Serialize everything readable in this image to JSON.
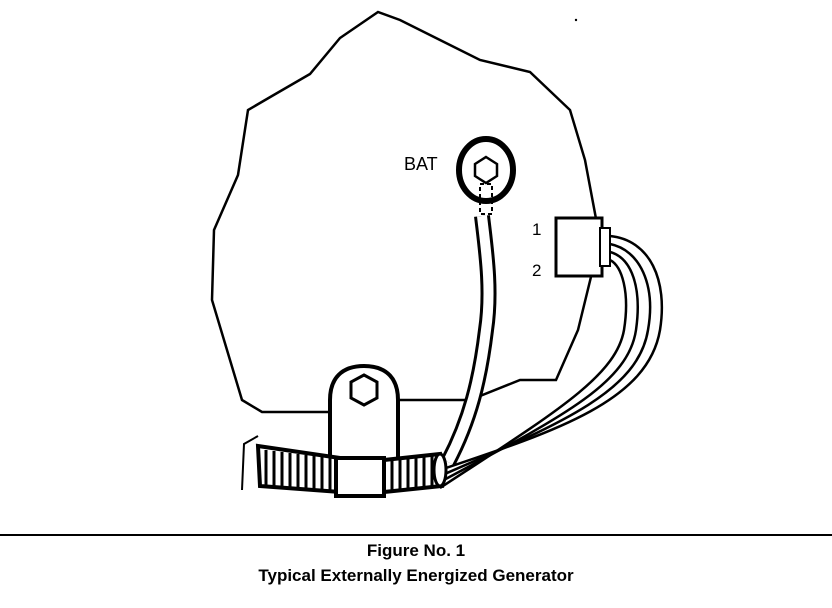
{
  "diagram": {
    "labels": {
      "bat": "BAT",
      "terminal_1": "1",
      "terminal_2": "2"
    }
  },
  "caption": {
    "figure_number": "Figure No. 1",
    "title": "Typical Externally Energized Generator"
  }
}
